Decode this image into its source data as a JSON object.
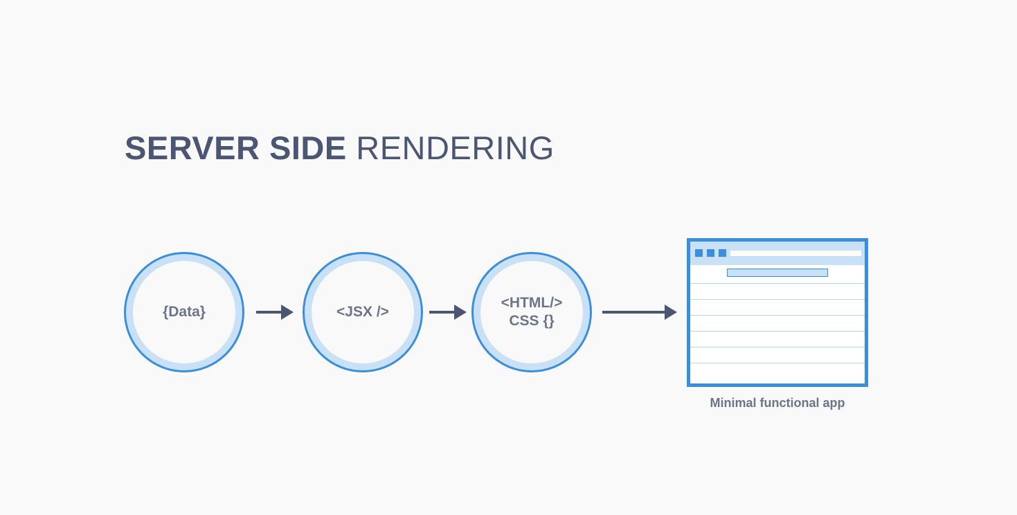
{
  "title": {
    "bold": "SERVER SIDE",
    "light": "RENDERING"
  },
  "nodes": [
    {
      "lines": [
        "{Data}"
      ]
    },
    {
      "lines": [
        "<JSX />"
      ]
    },
    {
      "lines": [
        "<HTML/>",
        "CSS {}"
      ]
    }
  ],
  "browser": {
    "caption": "Minimal functional app"
  },
  "colors": {
    "accent": "#3a8edb",
    "light_accent": "#c8e1f6",
    "text_dark": "#4a5672",
    "text_muted": "#6b7588",
    "background": "#f9f9fa"
  },
  "icons": [
    "arrow-right-icon",
    "browser-window-icon"
  ]
}
